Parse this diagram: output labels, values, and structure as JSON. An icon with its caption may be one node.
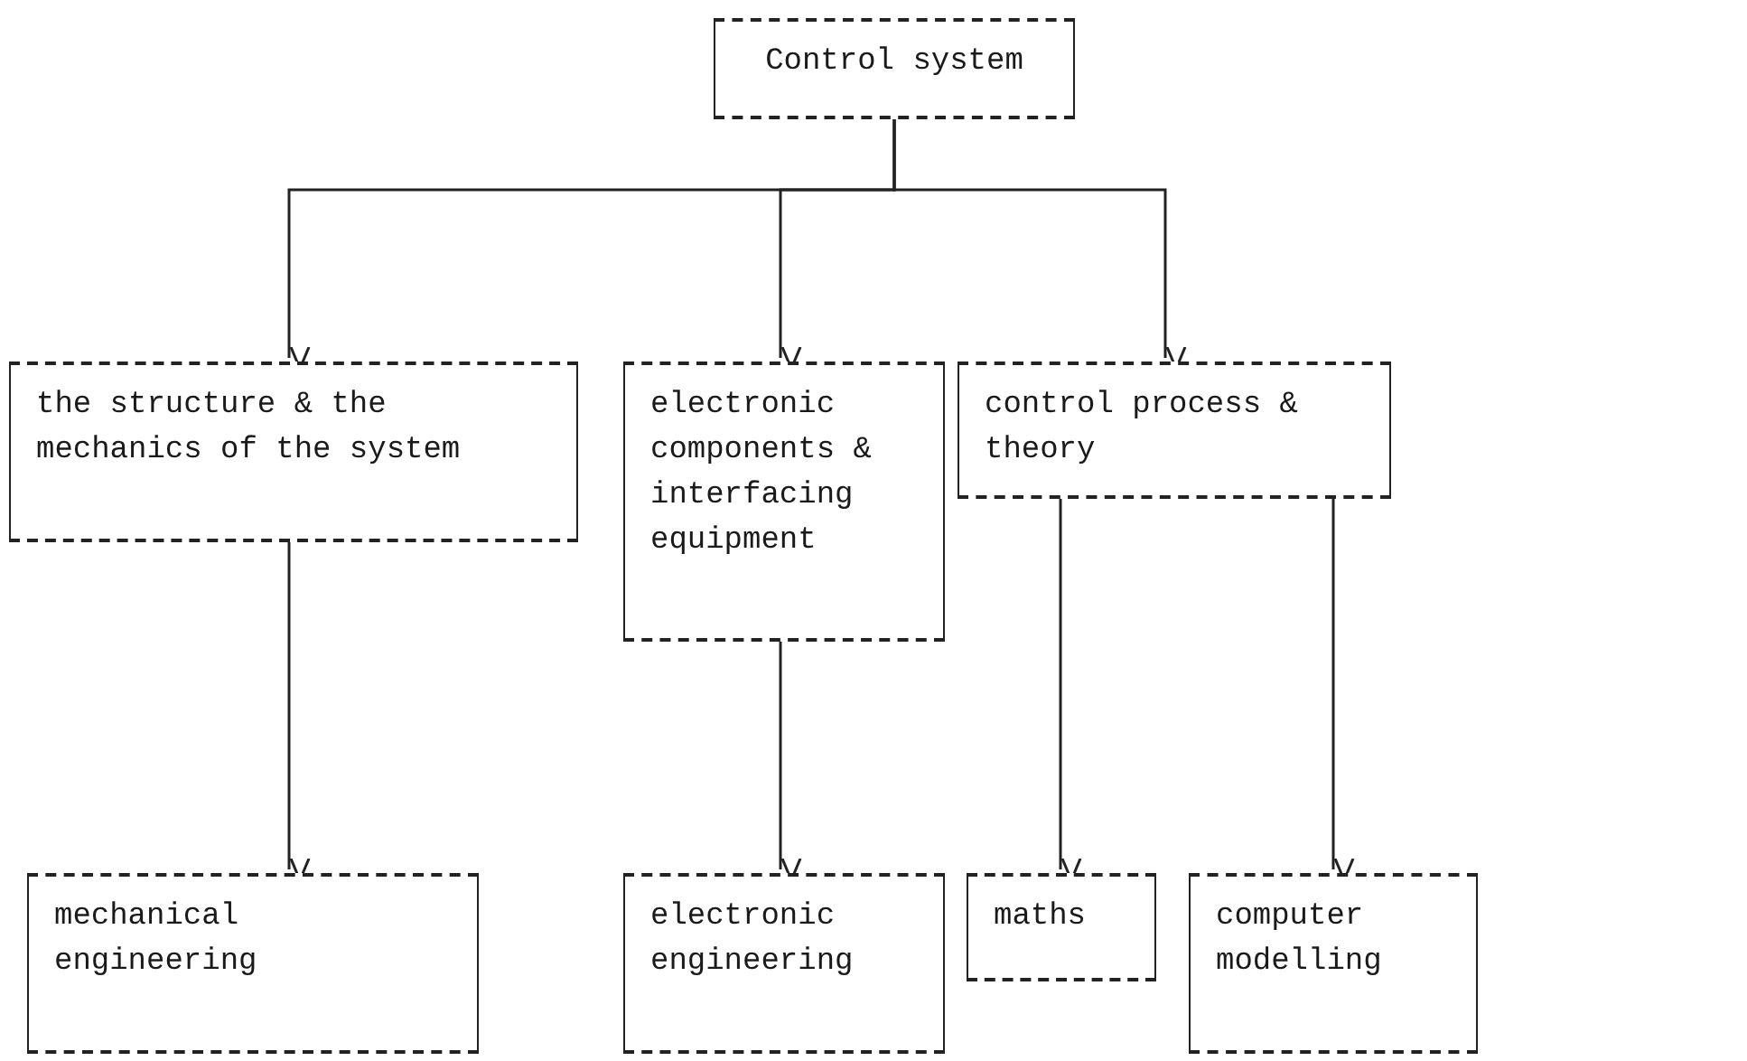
{
  "diagram": {
    "nodes": [
      {
        "text": [
          "Control system"
        ]
      },
      {
        "text": [
          "the structure & the mechanics of the system"
        ]
      },
      {
        "text": [
          "electronic components & interfacing equipment"
        ]
      },
      {
        "text": [
          "control process & theory"
        ]
      },
      {
        "text": [
          "mechanical engineering"
        ]
      },
      {
        "text": [
          "electronic engineering"
        ]
      },
      {
        "text": [
          "maths"
        ]
      },
      {
        "text": [
          "computer modelling"
        ]
      }
    ],
    "edges": [
      {
        "from": 0,
        "to": 1,
        "arrow": "to"
      },
      {
        "from": 0,
        "to": 2,
        "arrow": "to"
      },
      {
        "from": 0,
        "to": 3,
        "arrow": "to"
      },
      {
        "from": 1,
        "to": 4,
        "arrow": "to"
      },
      {
        "from": 2,
        "to": 5,
        "arrow": "to"
      },
      {
        "from": 3,
        "to": 6,
        "arrow": "to"
      },
      {
        "from": 3,
        "to": 7,
        "arrow": "to"
      }
    ]
  }
}
